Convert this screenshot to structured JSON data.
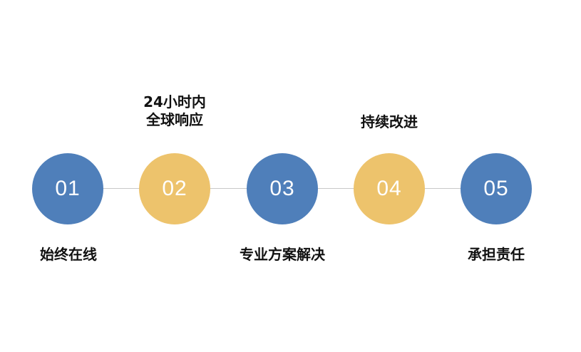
{
  "colors": {
    "blue": "#4f7fba",
    "gold": "#edc36c",
    "connector": "#c8c8c8"
  },
  "steps": [
    {
      "number": "01",
      "label": "始终在线",
      "color": "#4f7fba",
      "label_position": "below"
    },
    {
      "number": "02",
      "label": "24小时内\n全球响应",
      "color": "#edc36c",
      "label_position": "above"
    },
    {
      "number": "03",
      "label": "专业方案解决",
      "color": "#4f7fba",
      "label_position": "below"
    },
    {
      "number": "04",
      "label": "持续改进",
      "color": "#edc36c",
      "label_position": "above"
    },
    {
      "number": "05",
      "label": "承担责任",
      "color": "#4f7fba",
      "label_position": "below"
    }
  ]
}
